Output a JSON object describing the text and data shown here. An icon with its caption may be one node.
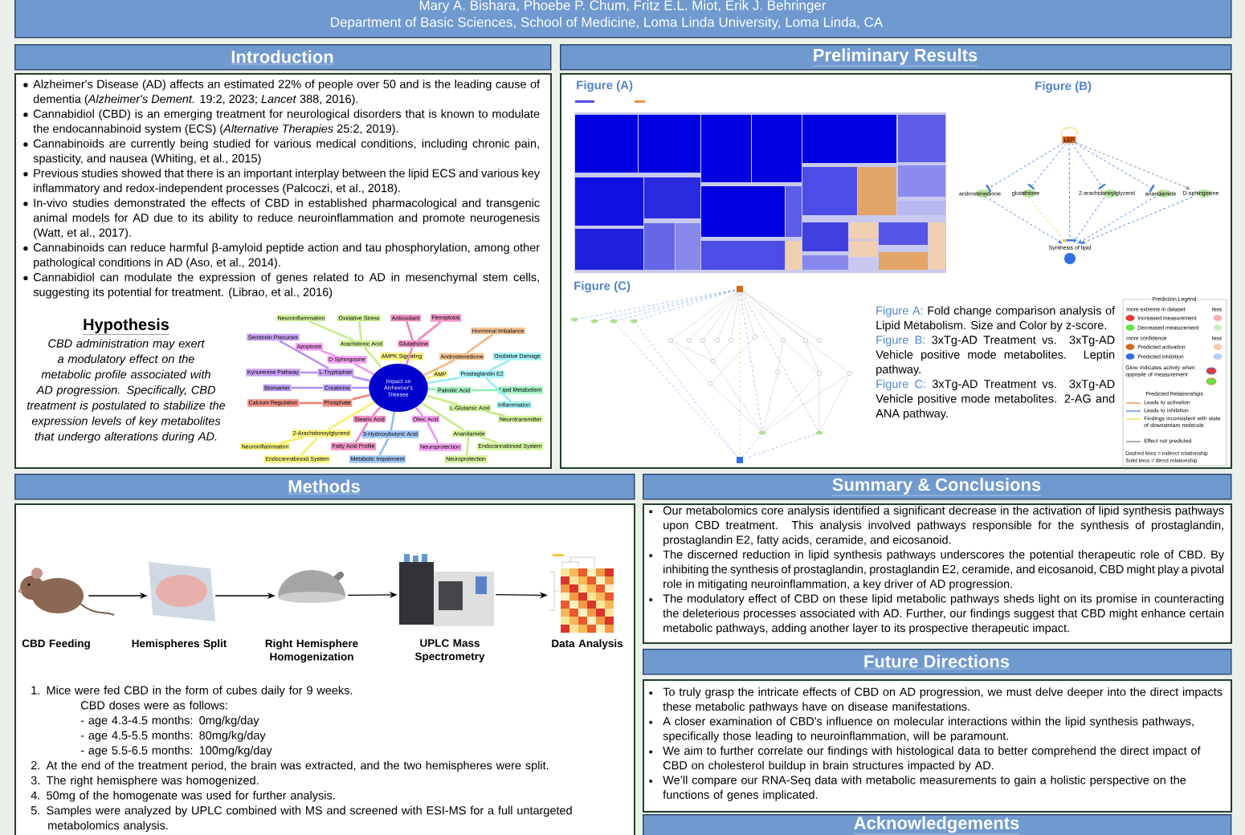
{
  "diagram": {
    "nodes": [
      {
        "text": [
          "Mary A. Bishara, Phoebe P. Chum, Fritz E.L. Miot, Erik J. Behringer",
          "Department of Basic Sciences, School of Medicine, Loma Linda University, Loma Linda, CA"
        ]
      },
      {
        "text": [
          "Alzheimer's Disease (AD) affects an estimated 22% of people over 50 and is the leading cause of dementia (*Alzheimer's Dement.* 19:2, 2023; *Lancet* 388, 2016).",
          "Cannabidiol (CBD) is an emerging treatment for neurological disorders that is known to modulate the endocannabinoid system (ECS) (*Alternative Therapies* 25:2, 2019).",
          "Cannabinoids are currently being studied for various medical conditions, including chronic pain, spasticity, and nausea (Whiting, et al., 2015)",
          "Previous studies showed that there is an important interplay between the lipid ECS and various key inflammatory and redox-independent processes (Palcoczi, et al., 2018).",
          "In-vivo studies demonstrated the effects of CBD in established pharmacological and transgenic animal models for AD due to its ability to reduce neuroinflammation and promote neurogenesis (Watt, et al., 2017).",
          "Cannabinoids can reduce harmful β-amyloid peptide action and tau phosphorylation, among other pathological conditions in AD (Aso, et al., 2014).",
          "Cannabidiol can modulate the expression of genes related to AD in mesenchymal stem cells, suggesting its potential for treatment. (Librao, et al., 2016)",
          "Hypothesis",
          "CBD administration may exert a modulatory effect on the metabolic profile associated with AD progression. Specifically, CBD treatment is postulated to stabilize the expression levels of key metabolites that undergo alterations during AD."
        ]
      },
      {
        "text": [
          "Impact on Alzheimer's Disease"
        ],
        "in": 1
      },
      {
        "text": [
          "Neuroinflammation"
        ],
        "in": 1
      },
      {
        "text": [
          "Oxidative Stress"
        ],
        "in": 1
      },
      {
        "text": [
          "Arachidonic Acid"
        ],
        "in": 1
      },
      {
        "text": [
          "Antioxidant"
        ],
        "in": 1
      },
      {
        "text": [
          "Ferroptosis"
        ],
        "in": 1
      },
      {
        "text": [
          "Glutathione"
        ],
        "in": 1
      },
      {
        "text": [
          "Hormonal Imbalance"
        ],
        "in": 1
      },
      {
        "text": [
          "Serotonin Precursor"
        ],
        "in": 1
      },
      {
        "text": [
          "Apoptosis"
        ],
        "in": 1
      },
      {
        "text": [
          "D-Sphingosine"
        ],
        "in": 1
      },
      {
        "text": [
          "Androstenedione"
        ],
        "in": 1
      },
      {
        "text": [
          "Oxidative Damage"
        ],
        "in": 1
      },
      {
        "text": [
          "L-Tryptophan"
        ],
        "in": 1
      },
      {
        "text": [
          "AMPK Signaling"
        ],
        "in": 1
      },
      {
        "text": [
          "AMP"
        ],
        "in": 1
      },
      {
        "text": [
          "Prostaglandin E2"
        ],
        "in": 1
      },
      {
        "text": [
          "Kynurenine Pathway"
        ],
        "in": 1
      },
      {
        "text": [
          "Lipid Metabolism"
        ],
        "in": 1
      },
      {
        "text": [
          "Biomarker"
        ],
        "in": 1
      },
      {
        "text": [
          "Creatinine"
        ],
        "in": 1
      },
      {
        "text": [
          "Palmitic Acid"
        ],
        "in": 1
      },
      {
        "text": [
          "Inflammation"
        ],
        "in": 1
      },
      {
        "text": [
          "Calcium Regulation"
        ],
        "in": 1
      },
      {
        "text": [
          "Phosphate"
        ],
        "in": 1
      },
      {
        "text": [
          "Stearic Acid"
        ],
        "in": 1
      },
      {
        "text": [
          "Oleic Acid"
        ],
        "in": 1
      },
      {
        "text": [
          "L-Glutamic Acid"
        ],
        "in": 1
      },
      {
        "text": [
          "Neurotransmitter"
        ],
        "in": 1
      },
      {
        "text": [
          "2-Arachidonoylglycerol"
        ],
        "in": 1
      },
      {
        "text": [
          "3-Hydroxybutyric Acid"
        ],
        "in": 1
      },
      {
        "text": [
          "Anandamide"
        ],
        "in": 1
      },
      {
        "text": [
          "Neuroinflammation"
        ],
        "in": 1
      },
      {
        "text": [
          "Fatty Acid Profile"
        ],
        "in": 1
      },
      {
        "text": [
          "Endocannabinoid System"
        ],
        "in": 1
      },
      {
        "text": [
          "Neuroprotection"
        ],
        "in": 1
      },
      {
        "text": [
          "Endocannabinoid System"
        ],
        "in": 1
      },
      {
        "text": [
          "Neuroprotection"
        ],
        "in": 1
      },
      {
        "text": [
          "Metabolic Impairment"
        ],
        "in": 1
      },
      {
        "text": [
          "Figure (A)",
          "Figure (B)",
          "Figure (C)",
          "Figure A:",
          "Fold change comparison analysis of Lipid Metabolism. Size and Color by z-score.",
          "Figure B:",
          "3xTg-AD Treatment vs. 3xTg-AD Vehicle positive mode metabolites. Leptin pathway.",
          "Figure C:",
          "3xTg-AD Treatment vs. 3xTg-AD Vehicle positive mode metabolites. 2-AG and ANA pathway."
        ]
      },
      {
        "text": [
          "LEP"
        ],
        "in": 41
      },
      {
        "text": [
          "androstenedione"
        ],
        "in": 41
      },
      {
        "text": [
          "glutathione"
        ],
        "in": 41
      },
      {
        "text": [
          "2-arachidonoylglycerol"
        ],
        "in": 41
      },
      {
        "text": [
          "anandamide"
        ],
        "in": 41
      },
      {
        "text": [
          "D-sphingosine"
        ],
        "in": 41
      },
      {
        "text": [
          "Synthesis of lipid"
        ],
        "in": 41
      },
      {
        "text": [
          "1. Mice were fed CBD in the form of cubes daily for 9 weeks.",
          "CBD doses were as follows:",
          "- age 4.3-4.5 months: 0mg/kg/day",
          "- age 4.5-5.5 months: 80mg/kg/day",
          "- age 5.5-6.5 months: 100mg/kg/day",
          "2. At the end of the treatment period, the brain was extracted, and the two hemispheres were split.",
          "3. The right hemisphere was homogenized.",
          "4. 50mg of the homogenate was used for further analysis.",
          "5. Samples were analyzed by UPLC combined with MS and screened with ESI-MS for a full untargeted metabolomics analysis."
        ]
      },
      {
        "text": [],
        "shape": "picture",
        "in": 49,
        "beside": [
          "CBD Feeding"
        ]
      },
      {
        "text": [],
        "shape": "picture",
        "in": 49,
        "beside": [
          "Hemispheres Split"
        ]
      },
      {
        "text": [],
        "shape": "picture",
        "in": 49,
        "beside": [
          "Right Hemisphere Homogenization"
        ]
      },
      {
        "text": [],
        "shape": "picture",
        "in": 49,
        "beside": [
          "UPLC Mass Spectrometry"
        ]
      },
      {
        "text": [],
        "shape": "picture",
        "in": 49,
        "beside": [
          "Data Analysis"
        ]
      },
      {
        "text": [
          "Our metabolomics core analysis identified a significant decrease in the activation of lipid synthesis pathways upon CBD treatment. This analysis involved pathways responsible for the synthesis of prostaglandin, prostaglandin E2, fatty acids, ceramide, and eicosanoid.",
          "The discerned reduction in lipid synthesis pathways underscores the potential therapeutic role of CBD. By inhibiting the synthesis of prostaglandin, prostaglandin E2, ceramide, and eicosanoid, CBD might play a pivotal role in mitigating neuroinflammation, a key driver of AD progression.",
          "The modulatory effect of CBD on these lipid metabolic pathways sheds light on its promise in counteracting the deleterious processes associated with AD. Further, our findings suggest that CBD might enhance certain metabolic pathways, adding another layer to its prospective therapeutic impact."
        ]
      },
      {
        "text": [
          "To truly grasp the intricate effects of CBD on AD progression, we must delve deeper into the direct impacts these metabolic pathways have on disease manifestations.",
          "A closer examination of CBD's influence on molecular interactions within the lipid synthesis pathways, specifically those leading to neuroinflammation, will be paramount.",
          "We aim to further correlate our findings with histological data to better comprehend the direct impact of CBD on cholesterol buildup in brain structures impacted by AD.",
          "We’ll compare our RNA-Seq data with metabolic measurements to gain a holistic perspective on the functions of genes implicated."
        ]
      },
      {
        "text": [
          "Acknowledgements"
        ]
      },
      {
        "text": [
          "Introduction"
        ]
      },
      {
        "text": [
          "Preliminary Results"
        ]
      },
      {
        "text": [
          "Methods"
        ]
      },
      {
        "text": [
          "Summary & Conclusions"
        ]
      },
      {
        "text": [
          "Future Directions"
        ]
      }
    ],
    "edges": [
      {
        "from": 2,
        "to": 5,
        "arrow": "none",
        "color": "#c8ec8a"
      },
      {
        "from": 5,
        "to": 3,
        "arrow": "none",
        "color": "#c8ec8a"
      },
      {
        "from": 5,
        "to": 4,
        "arrow": "none",
        "color": "#c8ec8a"
      },
      {
        "from": 2,
        "to": 8,
        "arrow": "none",
        "color": "#ee86c0"
      },
      {
        "from": 8,
        "to": 6,
        "arrow": "none",
        "color": "#ee86c0"
      },
      {
        "from": 8,
        "to": 7,
        "arrow": "none",
        "color": "#ee86c0"
      },
      {
        "from": 2,
        "to": 12,
        "arrow": "none",
        "color": "#f096ee"
      },
      {
        "from": 12,
        "to": 11,
        "arrow": "none",
        "color": "#f096ee"
      },
      {
        "from": 2,
        "to": 13,
        "arrow": "none",
        "color": "#f6b882"
      },
      {
        "from": 13,
        "to": 9,
        "arrow": "none",
        "color": "#f6b882"
      },
      {
        "from": 2,
        "to": 15,
        "arrow": "none",
        "color": "#bd92f2"
      },
      {
        "from": 15,
        "to": 10,
        "arrow": "none",
        "color": "#bd92f2"
      },
      {
        "from": 15,
        "to": 19,
        "arrow": "none",
        "color": "#bd92f2"
      },
      {
        "from": 2,
        "to": 16,
        "arrow": "none",
        "color": "#f8f06a"
      },
      {
        "from": 2,
        "to": 17,
        "arrow": "none",
        "color": "#f8f06a"
      },
      {
        "from": 2,
        "to": 18,
        "arrow": "none",
        "color": "#94eef4"
      },
      {
        "from": 18,
        "to": 14,
        "arrow": "none",
        "color": "#94eef4"
      },
      {
        "from": 18,
        "to": 24,
        "arrow": "none",
        "color": "#94eef4"
      },
      {
        "from": 2,
        "to": 22,
        "arrow": "none",
        "color": "#ad92f2"
      },
      {
        "from": 22,
        "to": 21,
        "arrow": "none",
        "color": "#ad92f2"
      },
      {
        "from": 2,
        "to": 23,
        "arrow": "none",
        "color": "#90ecb6"
      },
      {
        "from": 23,
        "to": 20,
        "arrow": "none",
        "color": "#90ecb6"
      },
      {
        "from": 2,
        "to": 26,
        "arrow": "none",
        "color": "#ee8478"
      },
      {
        "from": 26,
        "to": 25,
        "arrow": "none",
        "color": "#ee8478"
      },
      {
        "from": 2,
        "to": 27,
        "arrow": "none",
        "color": "#ee86c0"
      },
      {
        "from": 27,
        "to": 35,
        "arrow": "none",
        "color": "#ee86c0"
      },
      {
        "from": 2,
        "to": 28,
        "arrow": "none",
        "color": "#f096ee"
      },
      {
        "from": 28,
        "to": 37,
        "arrow": "none",
        "color": "#f096ee"
      },
      {
        "from": 2,
        "to": 29,
        "arrow": "none",
        "color": "#c8ec8a"
      },
      {
        "from": 29,
        "to": 30,
        "arrow": "none",
        "color": "#c8ec8a"
      },
      {
        "from": 2,
        "to": 31,
        "arrow": "none",
        "color": "#f8f06a"
      },
      {
        "from": 31,
        "to": 34,
        "arrow": "none",
        "color": "#f8f06a"
      },
      {
        "from": 31,
        "to": 38,
        "arrow": "none",
        "color": "#f8f06a"
      },
      {
        "from": 2,
        "to": 32,
        "arrow": "none",
        "color": "#94bcf4"
      },
      {
        "from": 32,
        "to": 40,
        "arrow": "none",
        "color": "#94bcf4"
      },
      {
        "from": 2,
        "to": 33,
        "arrow": "none",
        "color": "#c8ec8a"
      },
      {
        "from": 33,
        "to": 36,
        "arrow": "none",
        "color": "#c8ec8a"
      },
      {
        "from": 33,
        "to": 39,
        "arrow": "none",
        "color": "#c8ec8a"
      },
      {
        "from": 42,
        "to": 42,
        "arrow": "none",
        "color": "#f0c830"
      },
      {
        "from": 42,
        "to": 43,
        "arrow": "other",
        "style": "dashed",
        "color": "#3a7be0"
      },
      {
        "from": 42,
        "to": 44,
        "arrow": "other",
        "style": "dashed",
        "color": "#3a7be0"
      },
      {
        "from": 42,
        "to": 45,
        "arrow": "other",
        "style": "dashed",
        "color": "#3a7be0"
      },
      {
        "from": 42,
        "to": 46,
        "arrow": "other",
        "style": "dashed",
        "color": "#3a7be0"
      },
      {
        "from": 42,
        "to": 47,
        "arrow": "to",
        "style": "dashed",
        "color": "#808080"
      },
      {
        "from": 42,
        "to": 48,
        "arrow": "other",
        "style": "dashed",
        "color": "#3a7be0"
      },
      {
        "from": 43,
        "to": 48,
        "arrow": "to",
        "style": "dashed",
        "color": "#3a7be0"
      },
      {
        "from": 44,
        "to": 48,
        "arrow": "to",
        "style": "dashed",
        "color": "#f0c830"
      },
      {
        "from": 45,
        "to": 48,
        "arrow": "to",
        "style": "dashed",
        "color": "#3a7be0"
      },
      {
        "from": 46,
        "to": 48,
        "arrow": "to",
        "style": "dashed",
        "color": "#3a7be0"
      },
      {
        "from": 47,
        "to": 48,
        "arrow": "to",
        "style": "dashed",
        "color": "#3a7be0"
      },
      {
        "from": 50,
        "to": 51,
        "arrow": "to",
        "color": "#000000"
      },
      {
        "from": 51,
        "to": 52,
        "arrow": "to",
        "color": "#000000"
      },
      {
        "from": 52,
        "to": 53,
        "arrow": "to",
        "color": "#000000"
      },
      {
        "from": 53,
        "to": 54,
        "arrow": "to",
        "color": "#000000"
      }
    ],
    "labels": [
      "Prediction Legend",
      "more extreme in dataset",
      "less",
      "more confidence",
      "less",
      "Glow Indicates activity when opposite of measurement",
      "Predicted Relationships",
      "Dashed lines = indirect relationship",
      "Solid lines = direct relationship"
    ],
    "legend": [
      {
        "text": "Increased measurement",
        "color": "#e53935"
      },
      {
        "text": "Decreased measurement",
        "color": "#63e34a"
      },
      {
        "text": "Predicted activation",
        "color": "#d2691e"
      },
      {
        "text": "Predicted inhibition",
        "color": "#2f6fe0"
      },
      {
        "text": "Leads to activation"
      },
      {
        "text": "Leads to inhibition"
      },
      {
        "text": "Findings inconsistent with state of downstream molecule"
      },
      {
        "text": "Effect not predicted"
      }
    ]
  }
}
